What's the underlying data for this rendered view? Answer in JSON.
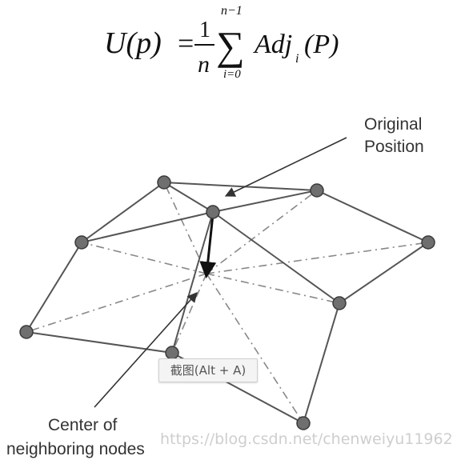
{
  "formula": {
    "lhs": "U(p)",
    "equals": "=",
    "frac_num": "1",
    "frac_den": "n",
    "sigma": "∑",
    "sum_upper": "n−1",
    "sum_lower": "i=0",
    "term": "Adj",
    "term_sub": "i",
    "term_arg": "(P)"
  },
  "labels": {
    "original_line1": "Original",
    "original_line2": "Position",
    "center_line1": "Center of",
    "center_line2": "neighboring nodes"
  },
  "tooltip": "截图(Alt + A)",
  "watermark": "https://blog.csdn.net/chenweiyu11962"
}
